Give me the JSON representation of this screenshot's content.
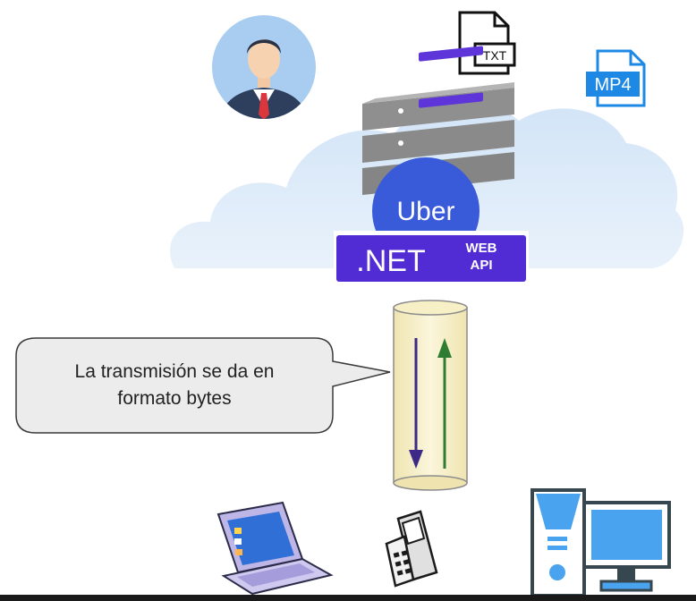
{
  "files": {
    "txt_label": "TXT",
    "mp4_label": "MP4"
  },
  "server": {
    "brand": "Uber",
    "framework": ".NET",
    "web_label": "WEB",
    "api_label": "API"
  },
  "bubble": {
    "line1": "La transmisión se da en",
    "line2": "formato bytes"
  },
  "colors": {
    "cloud": "#dceaf8",
    "brand_blue": "#3a5bd9",
    "net_purple": "#512bd4",
    "down_arrow": "#3d2a87",
    "up_arrow": "#2e7d32",
    "pipe": "#f7efc6"
  },
  "icons": [
    "user-avatar-icon",
    "txt-file-icon",
    "mp4-file-icon",
    "server-stack-icon",
    "laptop-icon",
    "mobile-device-icon",
    "desktop-computer-icon"
  ]
}
